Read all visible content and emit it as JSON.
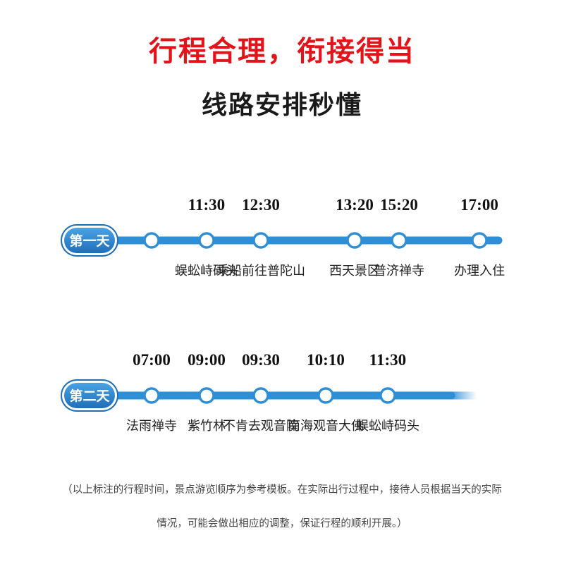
{
  "heading": {
    "title": "行程合理，衔接得当",
    "subtitle": "线路安排秒懂"
  },
  "colors": {
    "accent_red": "#e3131a",
    "line_blue": "#2f8fd6",
    "badge_blue": "#2a7fc9"
  },
  "days": [
    {
      "label": "第一天",
      "stops": [
        {
          "time": "",
          "place": ""
        },
        {
          "time": "11:30",
          "place": "蜈蚣峙码头"
        },
        {
          "time": "12:30",
          "place": "乘船前往普陀山"
        },
        {
          "time": "13:20",
          "place": "西天景区"
        },
        {
          "time": "15:20",
          "place": "普济禅寺"
        },
        {
          "time": "17:00",
          "place": "办理入住"
        }
      ]
    },
    {
      "label": "第二天",
      "stops": [
        {
          "time": "07:00",
          "place": "法雨禅寺"
        },
        {
          "time": "09:00",
          "place": "紫竹林"
        },
        {
          "time": "09:30",
          "place": "不肯去观音院"
        },
        {
          "time": "10:10",
          "place": "南海观音大佛"
        },
        {
          "time": "11:30",
          "place": "蜈蚣峙码头"
        }
      ]
    }
  ],
  "note": {
    "line1": "（以上标注的行程时间，景点游览顺序为参考模板。在实际出行过程中，接待人员根据当天的实际",
    "line2": "情况，可能会做出相应的调整，保证行程的顺利开展。）"
  }
}
